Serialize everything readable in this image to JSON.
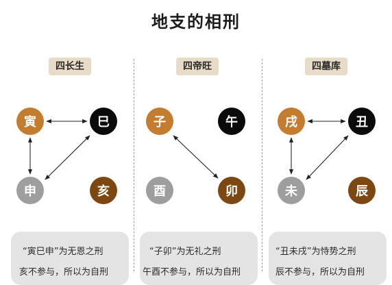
{
  "title": "地支的相刑",
  "colors": {
    "orange": "#c47d2e",
    "black": "#0b0b0b",
    "gray": "#9e9e9e",
    "brown": "#7d4712"
  },
  "panels": [
    {
      "tag": "四长生",
      "nodes": [
        {
          "label": "寅",
          "color": "orange"
        },
        {
          "label": "巳",
          "color": "black"
        },
        {
          "label": "申",
          "color": "gray"
        },
        {
          "label": "亥",
          "color": "brown"
        }
      ],
      "note_line1": "“寅巳申”为无恩之刑",
      "note_line2": "亥不参与，所以为自刑"
    },
    {
      "tag": "四帝旺",
      "nodes": [
        {
          "label": "子",
          "color": "orange"
        },
        {
          "label": "午",
          "color": "black"
        },
        {
          "label": "酉",
          "color": "gray"
        },
        {
          "label": "卯",
          "color": "brown"
        }
      ],
      "note_line1": "“子卯”为无礼之刑",
      "note_line2": "午酉不参与，所以为自刑"
    },
    {
      "tag": "四墓库",
      "nodes": [
        {
          "label": "戌",
          "color": "orange"
        },
        {
          "label": "丑",
          "color": "black"
        },
        {
          "label": "未",
          "color": "gray"
        },
        {
          "label": "辰",
          "color": "brown"
        }
      ],
      "note_line1": "“丑未戌”为恃势之刑",
      "note_line2": "辰不参与，所以为自刑"
    }
  ]
}
